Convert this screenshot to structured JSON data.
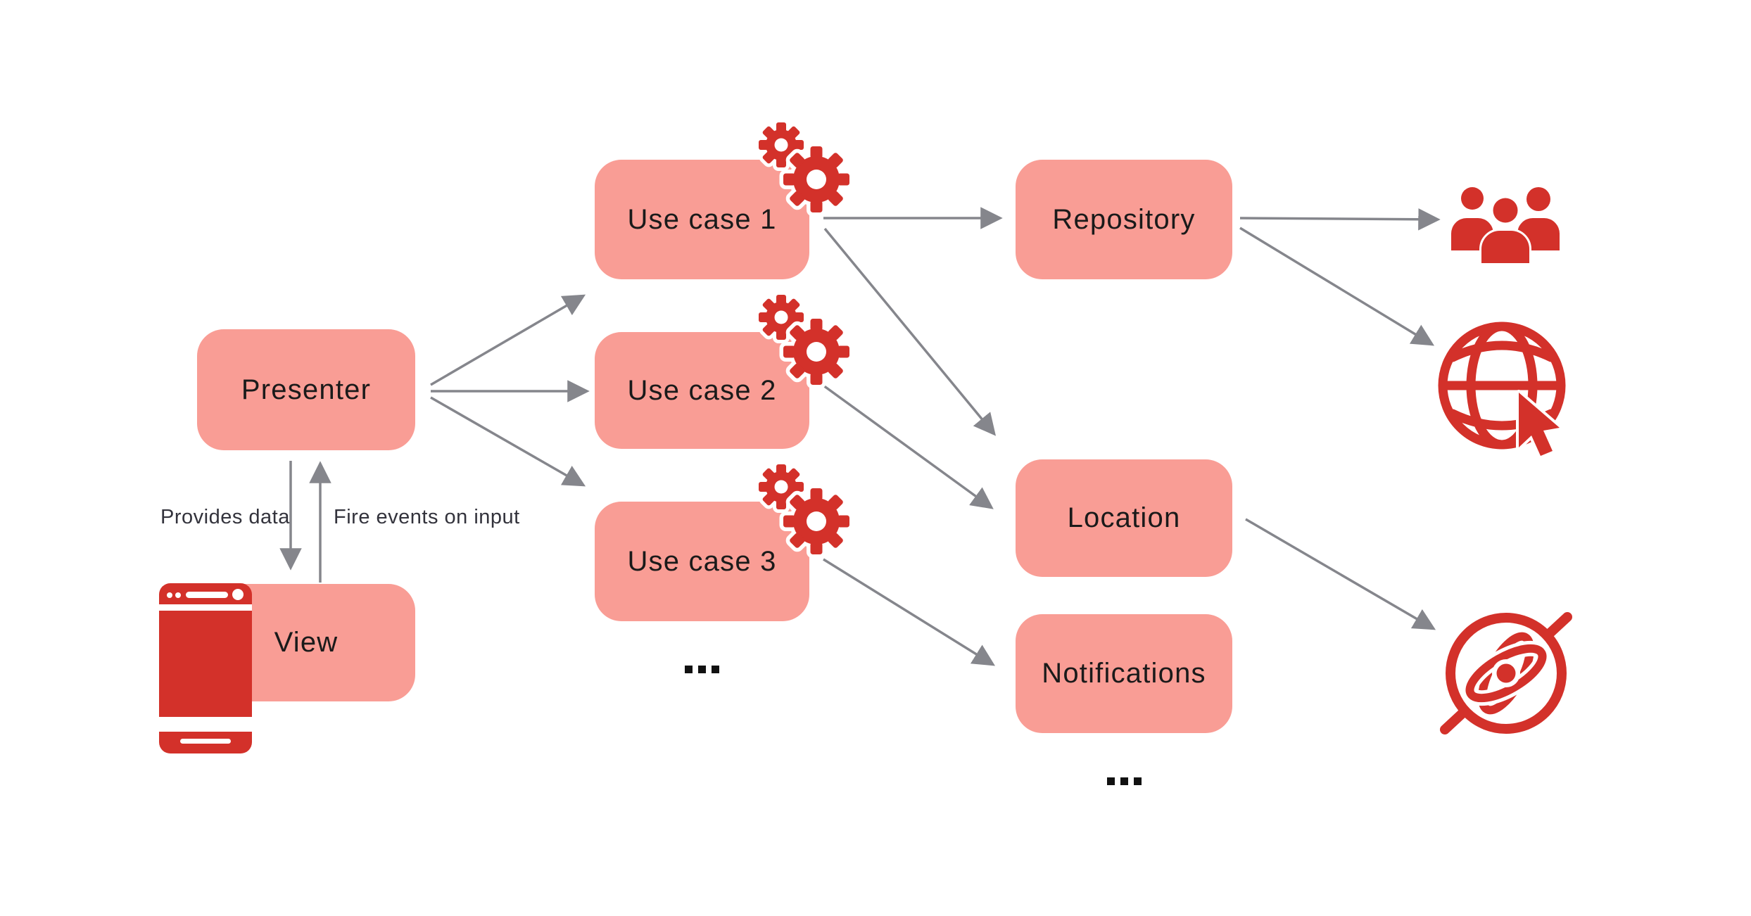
{
  "diagram": {
    "type": "mvp-clean-architecture-diagram",
    "nodes": {
      "presenter": {
        "label": "Presenter"
      },
      "view": {
        "label": "View"
      },
      "use_case_1": {
        "label": "Use case 1"
      },
      "use_case_2": {
        "label": "Use case 2"
      },
      "use_case_3": {
        "label": "Use case 3"
      },
      "repository": {
        "label": "Repository"
      },
      "location": {
        "label": "Location"
      },
      "notifications": {
        "label": "Notifications"
      }
    },
    "edge_labels": {
      "provides_data": "Provides data",
      "fire_events": "Fire events on input"
    },
    "ellipses": {
      "more_use_cases": "...",
      "more_services": "..."
    },
    "edges": [
      {
        "from": "presenter",
        "to": "use_case_1"
      },
      {
        "from": "presenter",
        "to": "use_case_2"
      },
      {
        "from": "presenter",
        "to": "use_case_3"
      },
      {
        "from": "presenter",
        "to": "view",
        "label": "Provides data"
      },
      {
        "from": "view",
        "to": "presenter",
        "label": "Fire events on input"
      },
      {
        "from": "use_case_1",
        "to": "repository"
      },
      {
        "from": "use_case_1",
        "to": "location"
      },
      {
        "from": "use_case_2",
        "to": "location"
      },
      {
        "from": "use_case_3",
        "to": "notifications"
      },
      {
        "from": "repository",
        "to": "users-group-icon"
      },
      {
        "from": "repository",
        "to": "globe-cursor-icon"
      },
      {
        "from": "location",
        "to": "gyroscope-icon"
      }
    ],
    "icons": {
      "gears": "gears-icon",
      "phone": "smartphone-icon",
      "users": "users-group-icon",
      "web": "globe-cursor-icon",
      "sensor": "gyroscope-icon"
    },
    "colors": {
      "node_fill": "#f99d95",
      "icon_red": "#d3312a",
      "arrow_gray": "#85868c",
      "node_text": "#1a1a1a",
      "annotation_text": "#33333c",
      "background": "#ffffff"
    }
  }
}
